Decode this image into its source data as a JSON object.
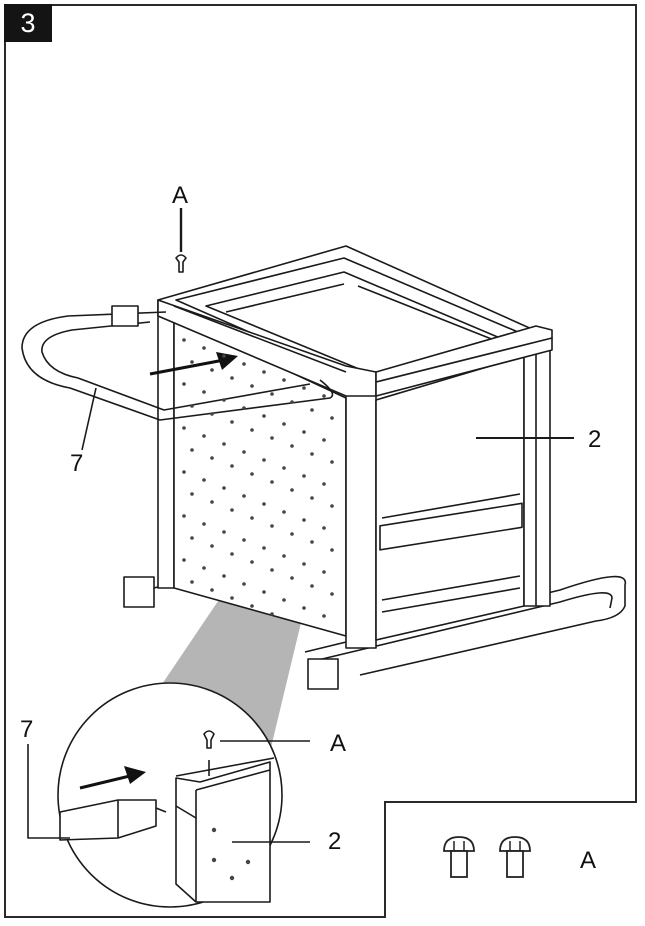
{
  "step": {
    "number": "3"
  },
  "callouts": {
    "screw_top": "A",
    "handle_main": "7",
    "frame_main": "2",
    "handle_detail": "7",
    "screw_detail": "A",
    "frame_detail": "2"
  },
  "parts_box": {
    "label": "A",
    "screw_count": 2
  },
  "colors": {
    "line": "#1a1a1a",
    "cone": "#b5b5b5",
    "paper": "#ffffff"
  }
}
